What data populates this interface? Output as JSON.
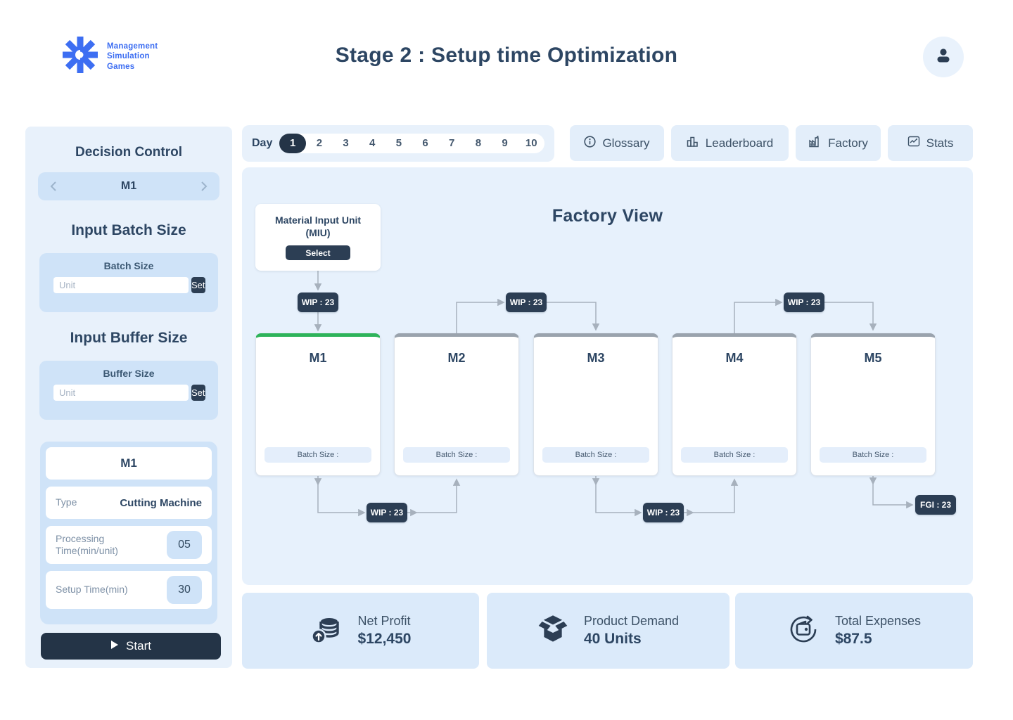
{
  "header": {
    "logo_lines": [
      "Management",
      "Simulation",
      "Games"
    ],
    "title": "Stage 2 : Setup time Optimization"
  },
  "daybar": {
    "label": "Day",
    "days": [
      "1",
      "2",
      "3",
      "4",
      "5",
      "6",
      "7",
      "8",
      "9",
      "10"
    ],
    "selected_day": "1"
  },
  "nav": {
    "glossary": "Glossary",
    "leaderboard": "Leaderboard",
    "factory": "Factory",
    "stats": "Stats"
  },
  "sidebar": {
    "title": "Decision Control",
    "machine_selector": {
      "value": "M1"
    },
    "batch": {
      "heading": "Input Batch Size",
      "label": "Batch Size",
      "placeholder": "Unit",
      "set_label": "Set"
    },
    "buffer": {
      "heading": "Input Buffer Size",
      "label": "Buffer Size",
      "placeholder": "Unit",
      "set_label": "Set"
    },
    "machine_info": {
      "name": "M1",
      "type_label": "Type",
      "type_value": "Cutting Machine",
      "processing_label": "Processing Time(min/unit)",
      "processing_value": "05",
      "setup_label": "Setup Time(min)",
      "setup_value": "30"
    },
    "start_label": "Start"
  },
  "factory": {
    "title": "Factory View",
    "miu": {
      "title": "Material Input Unit (MIU)",
      "select_label": "Select"
    },
    "machines": [
      {
        "name": "M1",
        "batch_label": "Batch Size :",
        "status": "active"
      },
      {
        "name": "M2",
        "batch_label": "Batch Size :",
        "status": "idle"
      },
      {
        "name": "M3",
        "batch_label": "Batch Size :",
        "status": "idle"
      },
      {
        "name": "M4",
        "batch_label": "Batch Size :",
        "status": "idle"
      },
      {
        "name": "M5",
        "batch_label": "Batch Size :",
        "status": "idle"
      }
    ],
    "wip_labels": [
      "WIP : 23",
      "WIP : 23",
      "WIP : 23",
      "WIP : 23",
      "WIP : 23"
    ],
    "fgi_label": "FGI : 23"
  },
  "stats": [
    {
      "label": "Net Profit",
      "value": "$12,450",
      "icon": "coins-up-icon"
    },
    {
      "label": "Product Demand",
      "value": "40 Units",
      "icon": "open-box-icon"
    },
    {
      "label": "Total Expenses",
      "value": "$87.5",
      "icon": "wallet-refresh-icon"
    }
  ],
  "colors": {
    "accent_blue": "#3d6ef2",
    "navy": "#2c3e54",
    "panel_blue": "#e8f1fb",
    "control_blue": "#cfe3f8",
    "active_green": "#2eb35a"
  }
}
